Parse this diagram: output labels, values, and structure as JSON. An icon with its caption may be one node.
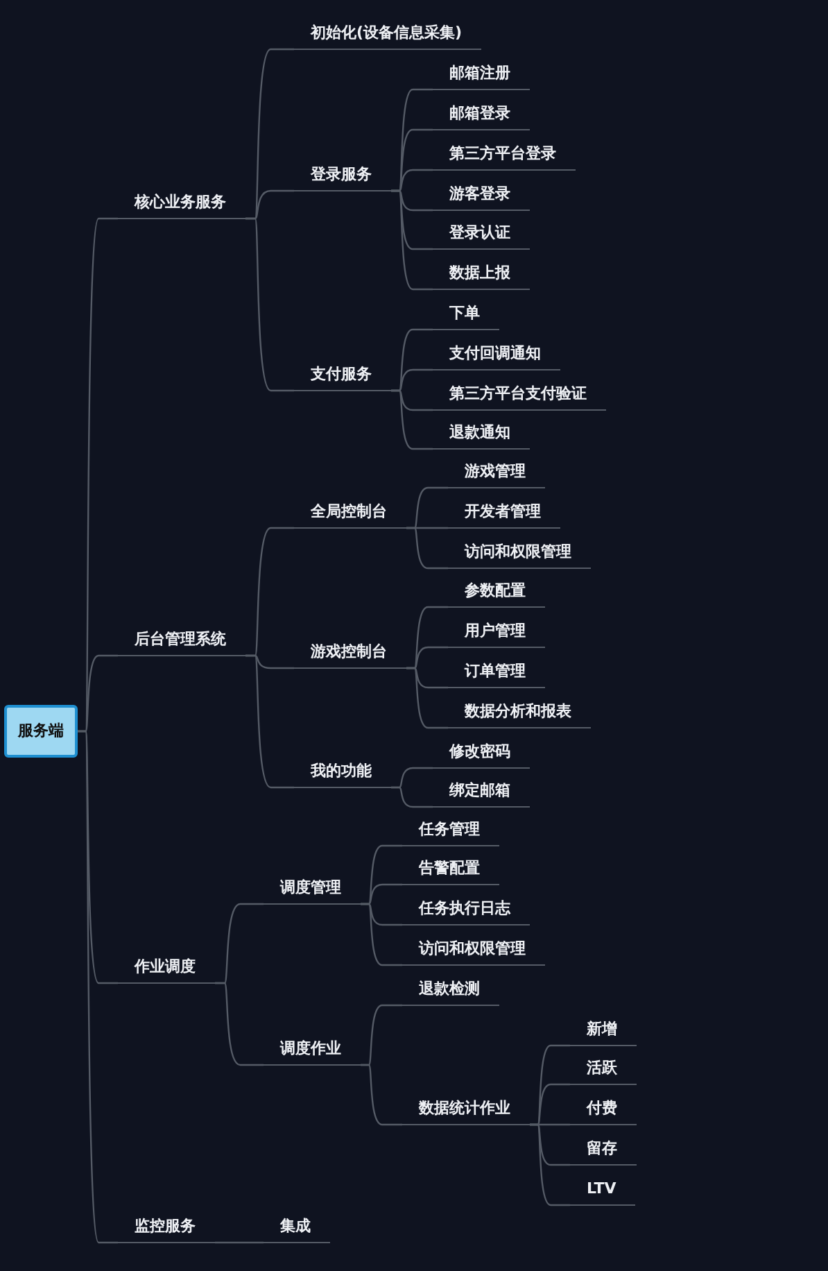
{
  "diagram": {
    "nodes": [
      {
        "text": [
          "服务端"
        ]
      },
      {
        "text": [
          "核心业务服务"
        ]
      },
      {
        "text": [
          "初始化(设备信息采集)"
        ]
      },
      {
        "text": [
          "登录服务"
        ]
      },
      {
        "text": [
          "邮箱注册"
        ]
      },
      {
        "text": [
          "邮箱登录"
        ]
      },
      {
        "text": [
          "第三方平台登录"
        ]
      },
      {
        "text": [
          "游客登录"
        ]
      },
      {
        "text": [
          "登录认证"
        ]
      },
      {
        "text": [
          "数据上报"
        ]
      },
      {
        "text": [
          "支付服务"
        ]
      },
      {
        "text": [
          "下单"
        ]
      },
      {
        "text": [
          "支付回调通知"
        ]
      },
      {
        "text": [
          "第三方平台支付验证"
        ]
      },
      {
        "text": [
          "退款通知"
        ]
      },
      {
        "text": [
          "后台管理系统"
        ]
      },
      {
        "text": [
          "全局控制台"
        ]
      },
      {
        "text": [
          "游戏管理"
        ]
      },
      {
        "text": [
          "开发者管理"
        ]
      },
      {
        "text": [
          "访问和权限管理"
        ]
      },
      {
        "text": [
          "游戏控制台"
        ]
      },
      {
        "text": [
          "参数配置"
        ]
      },
      {
        "text": [
          "用户管理"
        ]
      },
      {
        "text": [
          "订单管理"
        ]
      },
      {
        "text": [
          "数据分析和报表"
        ]
      },
      {
        "text": [
          "我的功能"
        ]
      },
      {
        "text": [
          "修改密码"
        ]
      },
      {
        "text": [
          "绑定邮箱"
        ]
      },
      {
        "text": [
          "作业调度"
        ]
      },
      {
        "text": [
          "调度管理"
        ]
      },
      {
        "text": [
          "任务管理"
        ]
      },
      {
        "text": [
          "告警配置"
        ]
      },
      {
        "text": [
          "任务执行日志"
        ]
      },
      {
        "text": [
          "访问和权限管理"
        ]
      },
      {
        "text": [
          "调度作业"
        ]
      },
      {
        "text": [
          "退款检测"
        ]
      },
      {
        "text": [
          "数据统计作业"
        ]
      },
      {
        "text": [
          "新增"
        ]
      },
      {
        "text": [
          "活跃"
        ]
      },
      {
        "text": [
          "付费"
        ]
      },
      {
        "text": [
          "留存"
        ]
      },
      {
        "text": [
          "LTV"
        ]
      },
      {
        "text": [
          "监控服务"
        ]
      },
      {
        "text": [
          "集成"
        ]
      }
    ],
    "edges": [
      {
        "from": 0,
        "to": 1,
        "arrow": "none"
      },
      {
        "from": 1,
        "to": 2,
        "arrow": "none"
      },
      {
        "from": 1,
        "to": 3,
        "arrow": "none"
      },
      {
        "from": 3,
        "to": 4,
        "arrow": "none"
      },
      {
        "from": 3,
        "to": 5,
        "arrow": "none"
      },
      {
        "from": 3,
        "to": 6,
        "arrow": "none"
      },
      {
        "from": 3,
        "to": 7,
        "arrow": "none"
      },
      {
        "from": 3,
        "to": 8,
        "arrow": "none"
      },
      {
        "from": 3,
        "to": 9,
        "arrow": "none"
      },
      {
        "from": 1,
        "to": 10,
        "arrow": "none"
      },
      {
        "from": 10,
        "to": 11,
        "arrow": "none"
      },
      {
        "from": 10,
        "to": 12,
        "arrow": "none"
      },
      {
        "from": 10,
        "to": 13,
        "arrow": "none"
      },
      {
        "from": 10,
        "to": 14,
        "arrow": "none"
      },
      {
        "from": 0,
        "to": 15,
        "arrow": "none"
      },
      {
        "from": 15,
        "to": 16,
        "arrow": "none"
      },
      {
        "from": 16,
        "to": 17,
        "arrow": "none"
      },
      {
        "from": 16,
        "to": 18,
        "arrow": "none"
      },
      {
        "from": 16,
        "to": 19,
        "arrow": "none"
      },
      {
        "from": 15,
        "to": 20,
        "arrow": "none"
      },
      {
        "from": 20,
        "to": 21,
        "arrow": "none"
      },
      {
        "from": 20,
        "to": 22,
        "arrow": "none"
      },
      {
        "from": 20,
        "to": 23,
        "arrow": "none"
      },
      {
        "from": 20,
        "to": 24,
        "arrow": "none"
      },
      {
        "from": 15,
        "to": 25,
        "arrow": "none"
      },
      {
        "from": 25,
        "to": 26,
        "arrow": "none"
      },
      {
        "from": 25,
        "to": 27,
        "arrow": "none"
      },
      {
        "from": 0,
        "to": 28,
        "arrow": "none"
      },
      {
        "from": 28,
        "to": 29,
        "arrow": "none"
      },
      {
        "from": 29,
        "to": 30,
        "arrow": "none"
      },
      {
        "from": 29,
        "to": 31,
        "arrow": "none"
      },
      {
        "from": 29,
        "to": 32,
        "arrow": "none"
      },
      {
        "from": 29,
        "to": 33,
        "arrow": "none"
      },
      {
        "from": 28,
        "to": 34,
        "arrow": "none"
      },
      {
        "from": 34,
        "to": 35,
        "arrow": "none"
      },
      {
        "from": 34,
        "to": 36,
        "arrow": "none"
      },
      {
        "from": 36,
        "to": 37,
        "arrow": "none"
      },
      {
        "from": 36,
        "to": 38,
        "arrow": "none"
      },
      {
        "from": 36,
        "to": 39,
        "arrow": "none"
      },
      {
        "from": 36,
        "to": 40,
        "arrow": "none"
      },
      {
        "from": 36,
        "to": 41,
        "arrow": "none"
      },
      {
        "from": 0,
        "to": 42,
        "arrow": "none"
      },
      {
        "from": 42,
        "to": 43,
        "arrow": "none"
      }
    ]
  }
}
